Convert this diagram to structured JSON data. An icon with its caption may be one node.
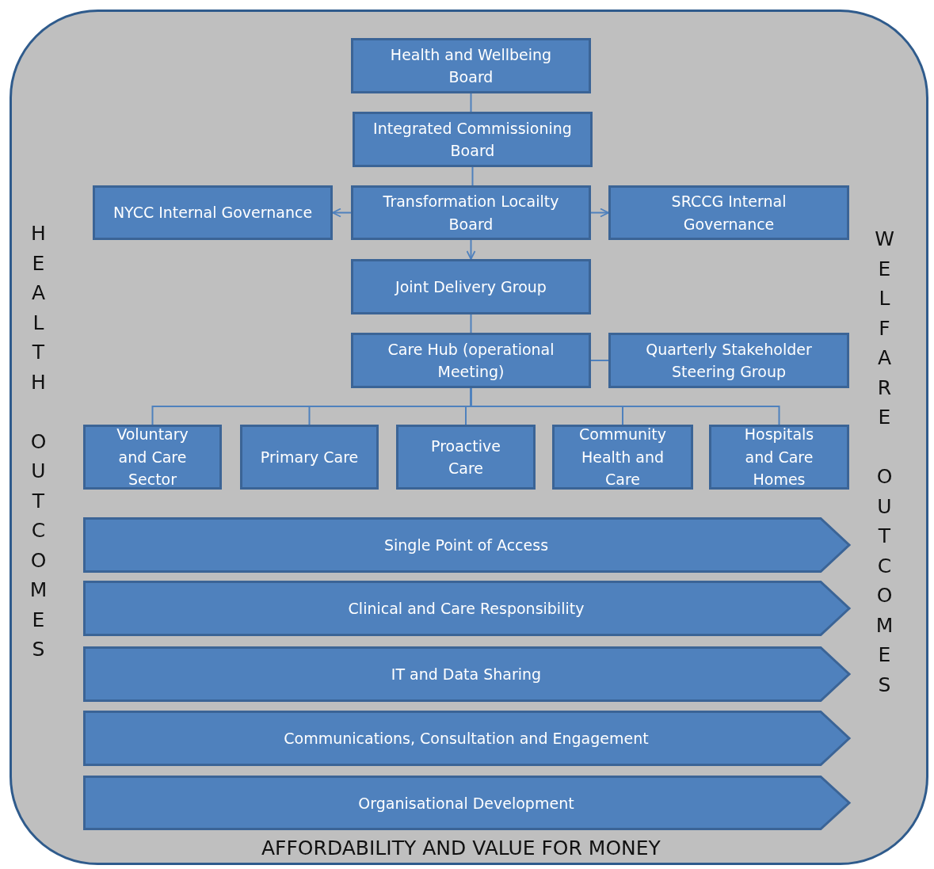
{
  "diagram": {
    "nodes": [
      {
        "text": [
          "HEALTH OUTCOMES",
          "WELFARE OUTCOMES",
          "AFFORDABILITY AND VALUE FOR MONEY"
        ]
      },
      {
        "text": [
          "Health and Wellbeing Board"
        ],
        "in": 0
      },
      {
        "text": [
          "Integrated Commissioning Board"
        ],
        "in": 0
      },
      {
        "text": [
          "NYCC Internal Governance"
        ],
        "in": 0
      },
      {
        "text": [
          "Transformation Locailty Board"
        ],
        "in": 0
      },
      {
        "text": [
          "SRCCG Internal Governance"
        ],
        "in": 0
      },
      {
        "text": [
          "Joint Delivery Group"
        ],
        "in": 0
      },
      {
        "text": [
          "Care Hub (operational Meeting)"
        ],
        "in": 0
      },
      {
        "text": [
          "Quarterly Stakeholder Steering Group"
        ],
        "in": 0
      },
      {
        "text": [
          "Voluntary and Care Sector"
        ],
        "in": 0
      },
      {
        "text": [
          "Primary Care"
        ],
        "in": 0
      },
      {
        "text": [
          "Proactive Care"
        ],
        "in": 0
      },
      {
        "text": [
          "Community Health and Care"
        ],
        "in": 0
      },
      {
        "text": [
          "Hospitals and Care Homes"
        ],
        "in": 0
      },
      {
        "text": [
          "Single Point of Access"
        ],
        "in": 0
      },
      {
        "text": [
          "Clinical and Care Responsibility"
        ],
        "in": 0
      },
      {
        "text": [
          "IT and Data Sharing"
        ],
        "in": 0
      },
      {
        "text": [
          "Communications, Consultation and Engagement"
        ],
        "in": 0
      },
      {
        "text": [
          "Organisational Development"
        ],
        "in": 0
      }
    ],
    "edges": [
      {
        "from": 1,
        "to": 2,
        "arrow": "none"
      },
      {
        "from": 2,
        "to": 4,
        "arrow": "none"
      },
      {
        "from": 4,
        "to": 3,
        "arrow": "to"
      },
      {
        "from": 4,
        "to": 5,
        "arrow": "to"
      },
      {
        "from": 4,
        "to": 6,
        "arrow": "to"
      },
      {
        "from": 6,
        "to": 7,
        "arrow": "none"
      },
      {
        "from": 7,
        "to": 8,
        "arrow": "none"
      },
      {
        "from": 7,
        "to": 9,
        "arrow": "none"
      },
      {
        "from": 7,
        "to": 10,
        "arrow": "none"
      },
      {
        "from": 7,
        "to": 11,
        "arrow": "none"
      },
      {
        "from": 7,
        "to": 12,
        "arrow": "none"
      },
      {
        "from": 7,
        "to": 13,
        "arrow": "none"
      }
    ]
  }
}
